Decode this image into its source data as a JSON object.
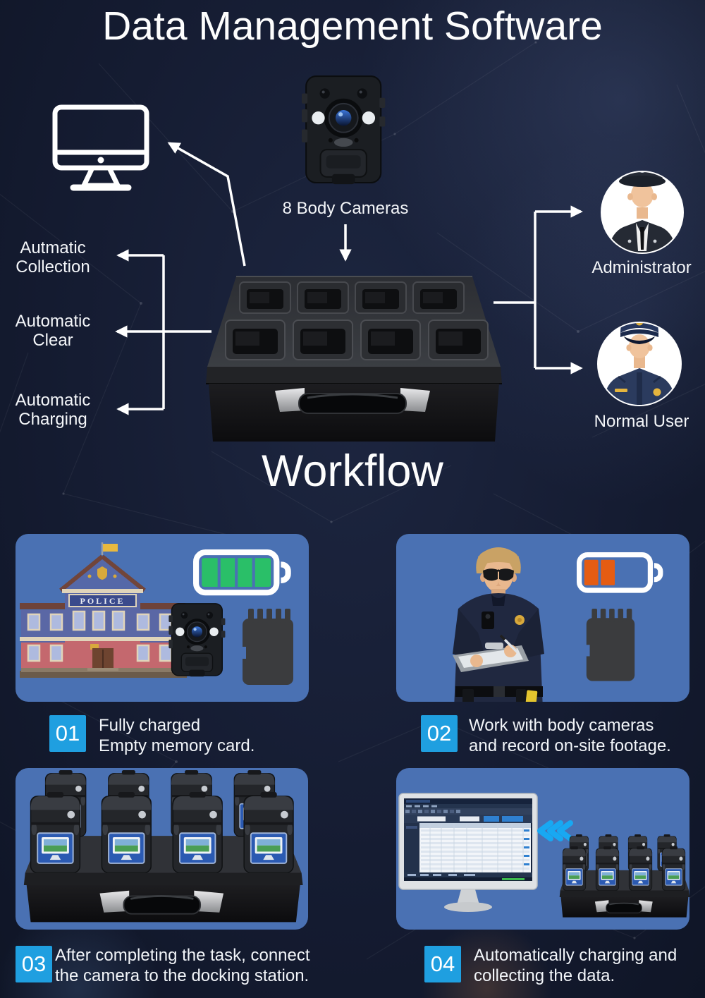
{
  "title": "Data Management Software",
  "diagram": {
    "body_cameras_label": "8 Body Cameras",
    "features": [
      {
        "line1": "Autmatic",
        "line2": "Collection"
      },
      {
        "line1": "Automatic",
        "line2": "Clear"
      },
      {
        "line1": "Automatic",
        "line2": "Charging"
      }
    ],
    "roles": [
      {
        "label": "Administrator"
      },
      {
        "label": "Normal User"
      }
    ]
  },
  "workflow": {
    "heading": "Workflow",
    "police_sign": "POLICE",
    "steps": [
      {
        "number": "01",
        "line1": "Fully charged",
        "line2": "Empty memory card."
      },
      {
        "number": "02",
        "line1": "Work with body cameras",
        "line2": "and record on-site footage."
      },
      {
        "number": "03",
        "line1": "After completing the task, connect",
        "line2": "the camera to the docking station."
      },
      {
        "number": "04",
        "line1": "Automatically charging and",
        "line2": "collecting the data."
      }
    ]
  },
  "icons": {
    "monitor": "desktop-monitor-outline",
    "battery_full": "battery-full-4-bars",
    "battery_low": "battery-low-2-bars",
    "sd_card": "micro-sd-card",
    "chevrons": "triple-left-chevron",
    "arrows": "white-flow-arrows"
  },
  "colors": {
    "background": "#151c32",
    "panel_blue": "#4a71b3",
    "badge_blue": "#1f9fe0",
    "battery_green": "#2abf68",
    "battery_orange": "#e55c12",
    "chevron_blue": "#18a8f2",
    "text_white": "#f4f6f9"
  }
}
